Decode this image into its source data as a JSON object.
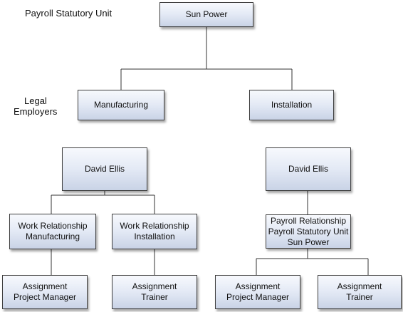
{
  "labels": {
    "psu": "Payroll Statutory Unit",
    "legal_line1": "Legal",
    "legal_line2": "Employers"
  },
  "nodes": {
    "sun_power": {
      "lines": [
        "Sun Power"
      ]
    },
    "manufacturing": {
      "lines": [
        "Manufacturing"
      ]
    },
    "installation": {
      "lines": [
        "Installation"
      ]
    },
    "david_left": {
      "lines": [
        "David Ellis"
      ]
    },
    "david_right": {
      "lines": [
        "David Ellis"
      ]
    },
    "wr_manufacturing": {
      "lines": [
        "Work Relationship",
        "Manufacturing"
      ]
    },
    "wr_installation": {
      "lines": [
        "Work Relationship",
        "Installation"
      ]
    },
    "payroll_rel": {
      "lines": [
        "Payroll Relationship",
        "Payroll Statutory Unit",
        "Sun Power"
      ]
    },
    "asg_pm_left": {
      "lines": [
        "Assignment",
        "Project Manager"
      ]
    },
    "asg_trainer_left": {
      "lines": [
        "Assignment",
        "Trainer"
      ]
    },
    "asg_pm_right": {
      "lines": [
        "Assignment",
        "Project Manager"
      ]
    },
    "asg_trainer_right": {
      "lines": [
        "Assignment",
        "Trainer"
      ]
    }
  }
}
